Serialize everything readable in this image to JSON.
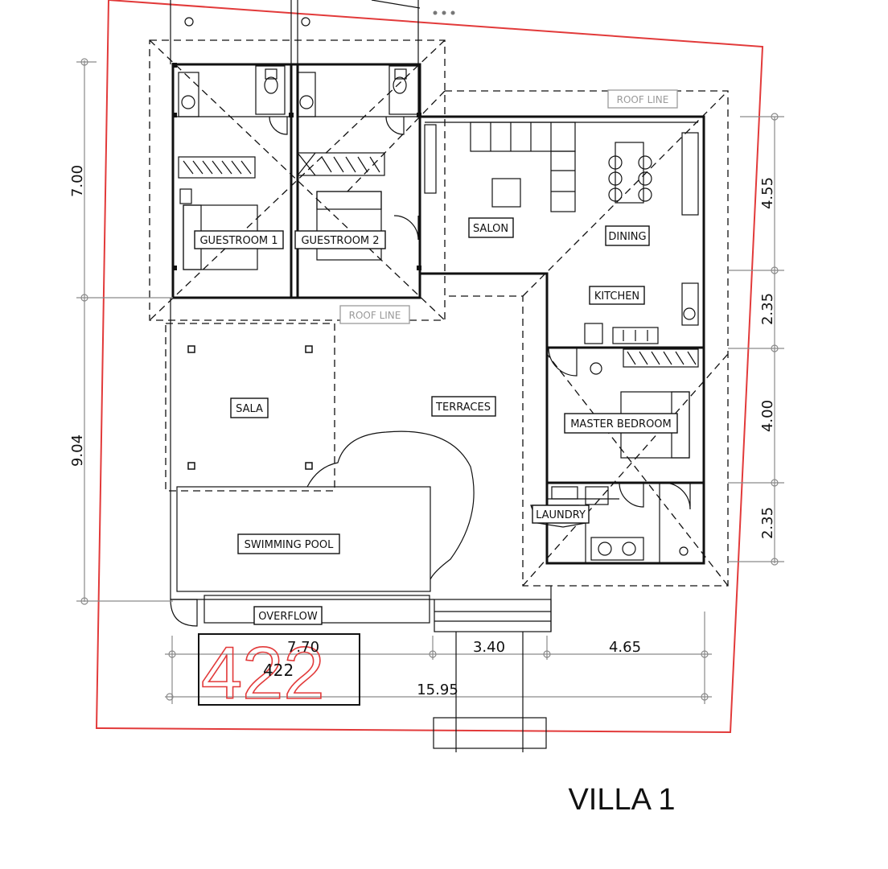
{
  "title": "VILLA 1",
  "plot": {
    "number": "422",
    "number_outline": "422"
  },
  "roof_labels": [
    "ROOF LINE",
    "ROOF LINE"
  ],
  "rooms": {
    "guestroom1": "GUESTROOM 1",
    "guestroom2": "GUESTROOM 2",
    "salon": "SALON",
    "dining": "DINING",
    "kitchen": "KITCHEN",
    "sala": "SALA",
    "terraces": "TERRACES",
    "master_bedroom": "MASTER BEDROOM",
    "laundry": "LAUNDRY",
    "swimming_pool": "SWIMMING POOL",
    "overflow": "OVERFLOW"
  },
  "dimensions": {
    "left_top": "7.00",
    "left_bottom": "9.04",
    "right_1": "4.55",
    "right_2": "2.35",
    "right_3": "4.00",
    "right_4": "2.35",
    "bottom_1": "7.70",
    "bottom_2": "3.40",
    "bottom_3": "4.65",
    "bottom_total": "15.95"
  },
  "colors": {
    "boundary": "#e23a3a",
    "line": "#111111",
    "roof_line": "#9a9a9a"
  },
  "icons": [
    "more-dots-icon"
  ]
}
